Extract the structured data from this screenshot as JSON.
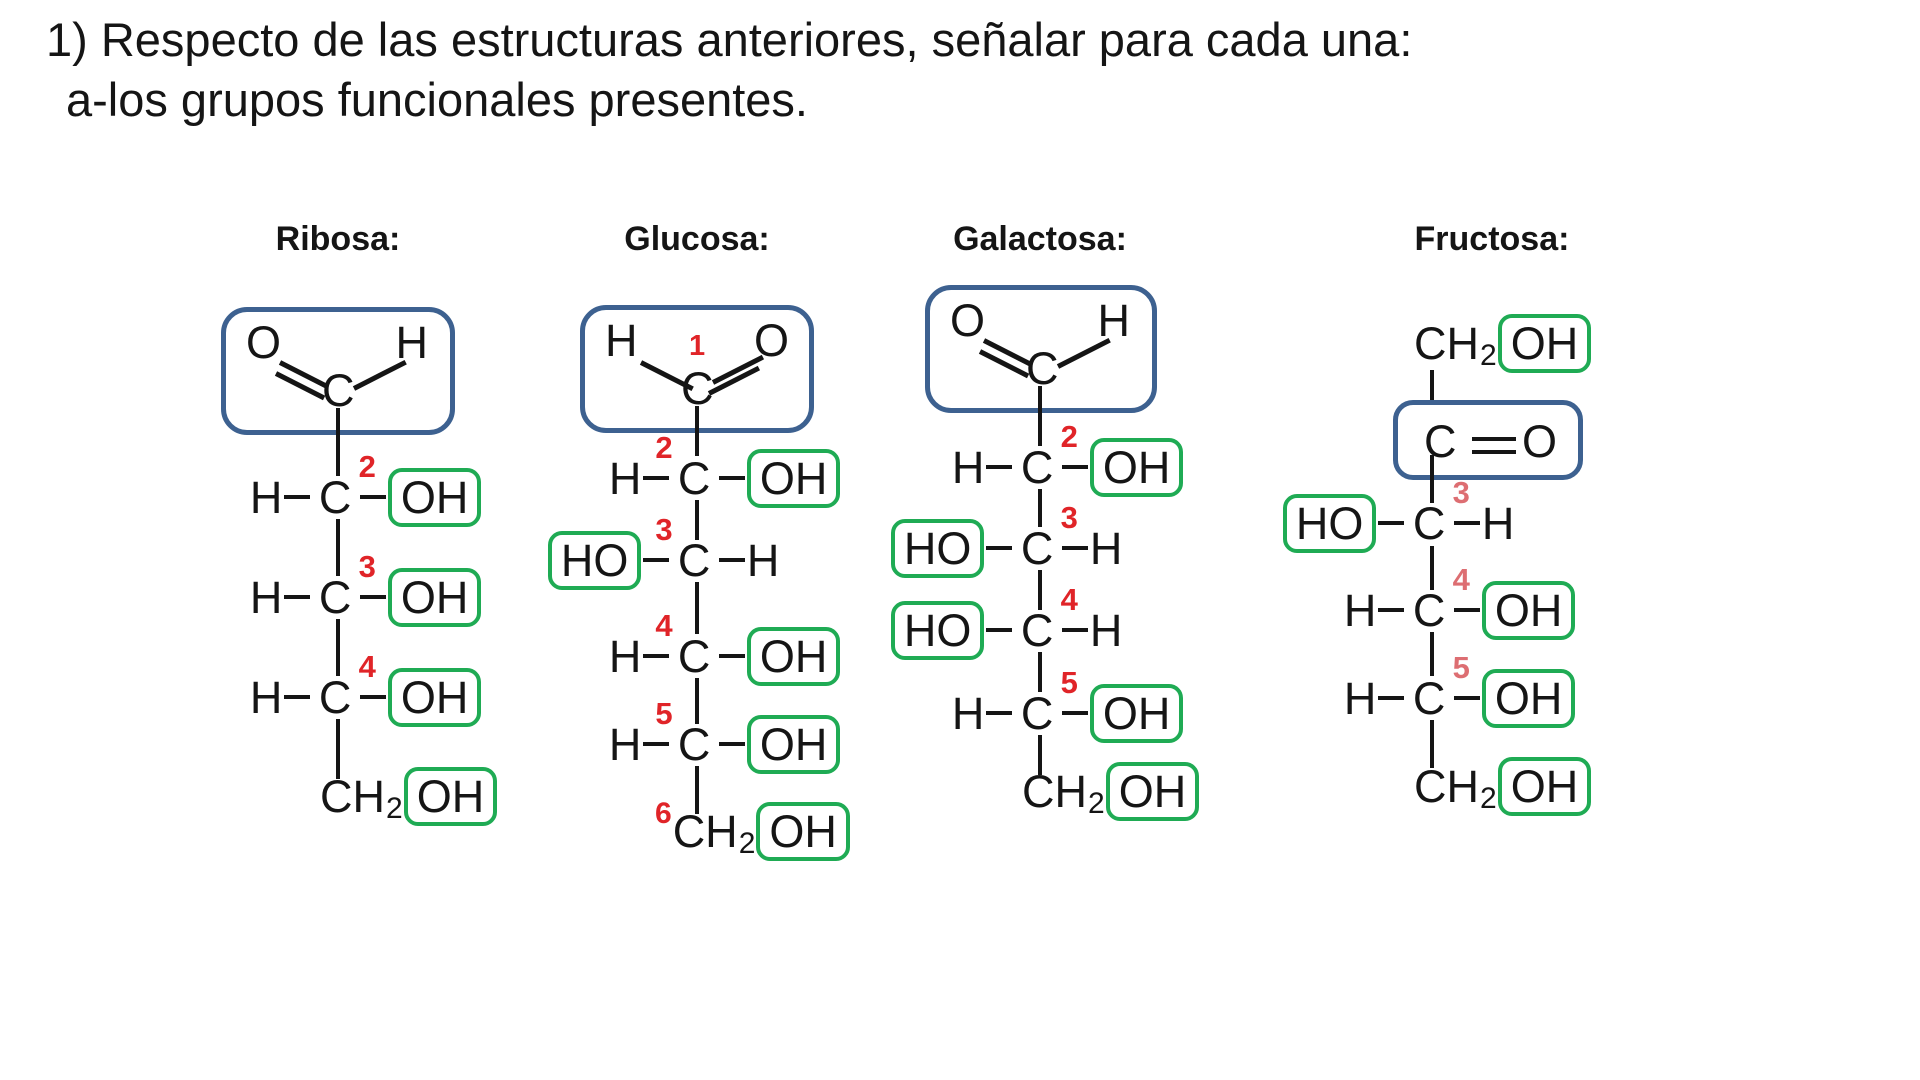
{
  "title": {
    "line1": "1) Respecto de las estructuras anteriores, señalar para cada una:",
    "line2": "a-los grupos funcionales presentes."
  },
  "colors": {
    "aldehyde_box_outline": "#3d6190",
    "hydroxyl_box_outline": "#1fab54",
    "carbon_number_red": "#e02428",
    "carbon_number_red_soft": "#dd6e72",
    "ink": "#151515",
    "background": "#ffffff"
  },
  "molecules": [
    {
      "name": "Ribosa:",
      "head": {
        "o": "O",
        "h": "H",
        "c": "C"
      },
      "rows": [
        {
          "number": "2",
          "left": "H",
          "center": "C",
          "right": "OH"
        },
        {
          "number": "3",
          "left": "H",
          "center": "C",
          "right": "OH"
        },
        {
          "number": "4",
          "left": "H",
          "center": "C",
          "right": "OH"
        }
      ],
      "tail": {
        "main": "CH",
        "sub": "2",
        "oh": "OH"
      }
    },
    {
      "name": "Glucosa:",
      "head": {
        "h": "H",
        "number": "1",
        "c": "C",
        "o": "O"
      },
      "rows": [
        {
          "number": "2",
          "left": "H",
          "center": "C",
          "right": "OH"
        },
        {
          "number": "3",
          "left": "HO",
          "center": "C",
          "right": "H"
        },
        {
          "number": "4",
          "left": "H",
          "center": "C",
          "right": "OH"
        },
        {
          "number": "5",
          "left": "H",
          "center": "C",
          "right": "OH"
        }
      ],
      "tail": {
        "number": "6",
        "main": "CH",
        "sub": "2",
        "oh": "OH"
      }
    },
    {
      "name": "Galactosa:",
      "head": {
        "o": "O",
        "h": "H",
        "c": "C"
      },
      "rows": [
        {
          "number": "2",
          "left": "H",
          "center": "C",
          "right": "OH"
        },
        {
          "number": "3",
          "left": "HO",
          "center": "C",
          "right": "H"
        },
        {
          "number": "4",
          "left": "HO",
          "center": "C",
          "right": "H"
        },
        {
          "number": "5",
          "left": "H",
          "center": "C",
          "right": "OH"
        }
      ],
      "tail": {
        "main": "CH",
        "sub": "2",
        "oh": "OH"
      }
    },
    {
      "name": "Fructosa:",
      "top": {
        "main": "CH",
        "sub": "2",
        "oh": "OH"
      },
      "ketone": {
        "c": "C",
        "o": "O"
      },
      "rows": [
        {
          "number": "3",
          "left": "HO",
          "center": "C",
          "right": "H"
        },
        {
          "number": "4",
          "left": "H",
          "center": "C",
          "right": "OH"
        },
        {
          "number": "5",
          "left": "H",
          "center": "C",
          "right": "OH"
        }
      ],
      "tail": {
        "main": "CH",
        "sub": "2",
        "oh": "OH"
      }
    }
  ]
}
